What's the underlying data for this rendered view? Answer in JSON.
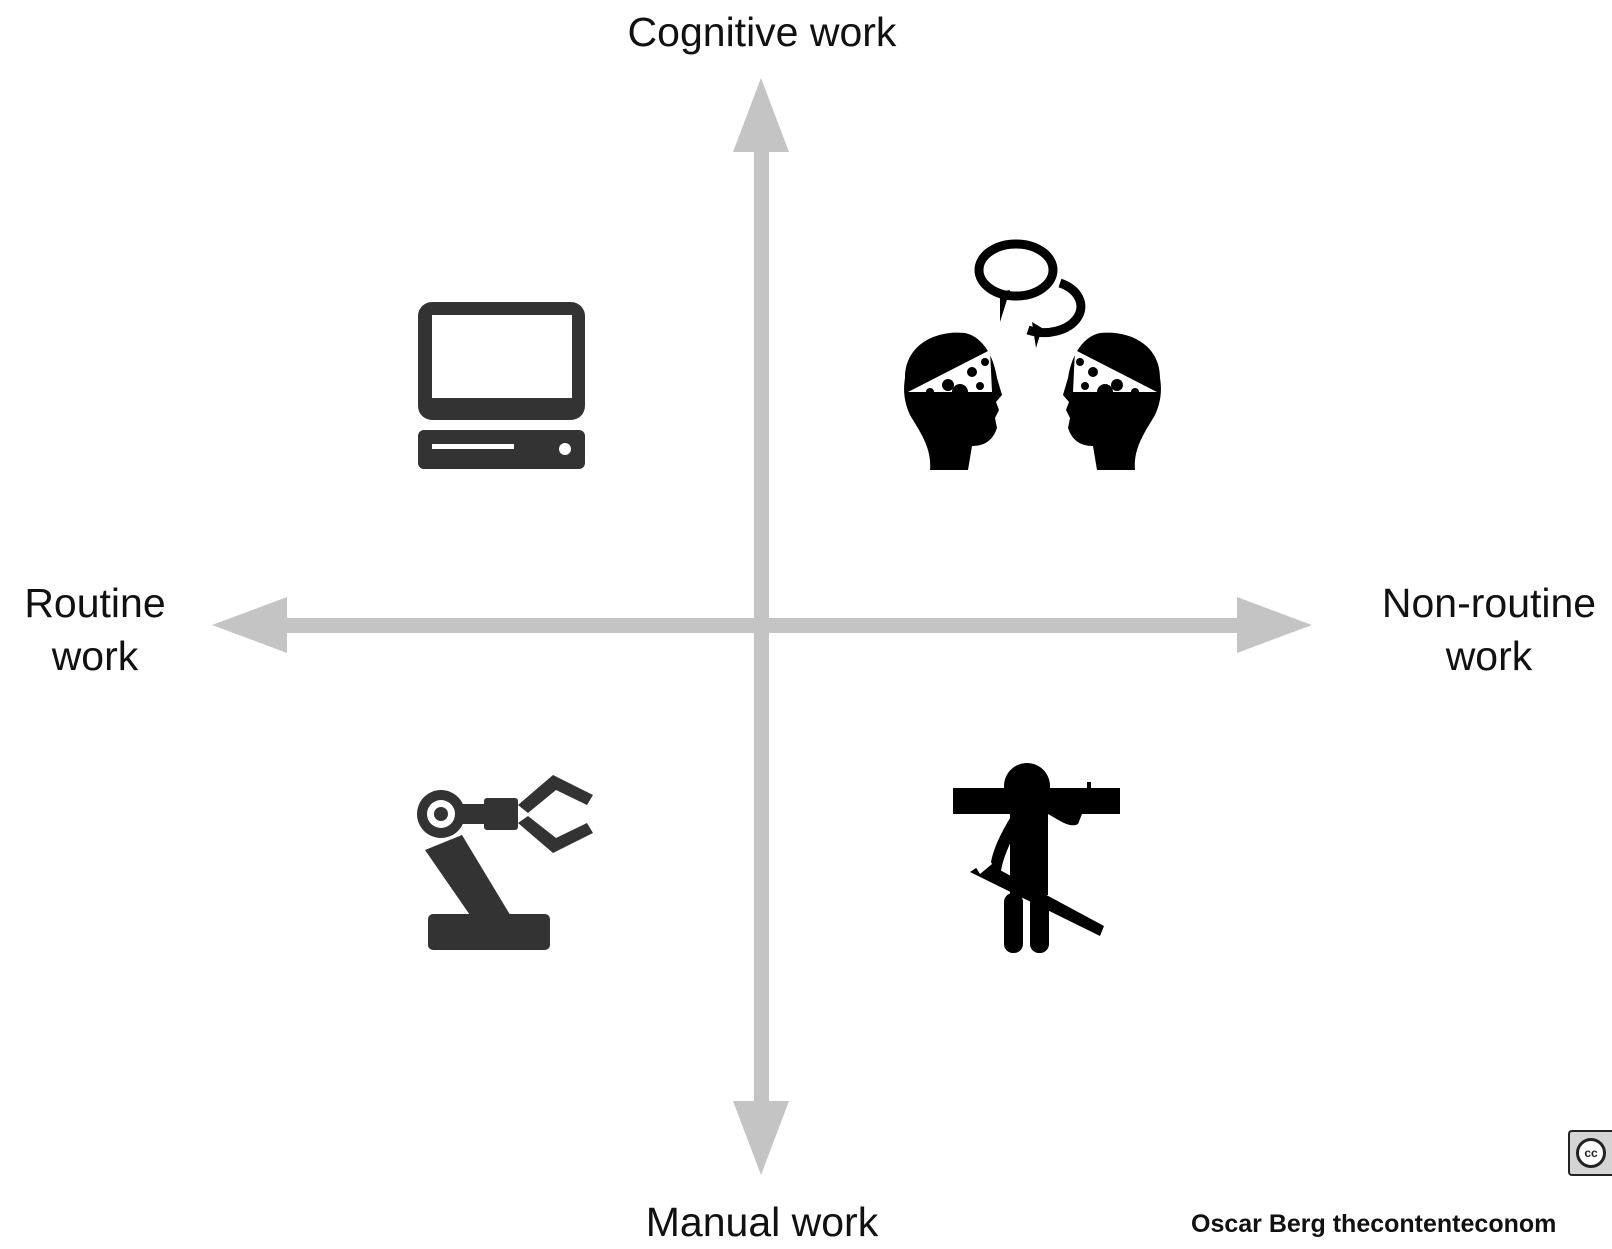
{
  "axes": {
    "top": "Cognitive work",
    "bottom": "Manual work",
    "left": [
      "Routine",
      "work"
    ],
    "right": [
      "Non-routine",
      "work"
    ]
  },
  "quadrants": {
    "cognitive_routine": {
      "icon": "computer-icon"
    },
    "cognitive_non_routine": {
      "icon": "two-heads-thinking-conversation-icon"
    },
    "manual_routine": {
      "icon": "robot-arm-icon"
    },
    "manual_non_routine": {
      "icon": "carpenter-with-saw-icon"
    }
  },
  "license": {
    "badge_text": "cc",
    "icon": "creative-commons-icon"
  },
  "credit": "Oscar Berg thecontenteconom",
  "colors": {
    "arrow": "#c4c4c4",
    "computer": "#333333",
    "robot": "#333333",
    "heads": "#000000",
    "worker": "#000000",
    "text": "#111111",
    "background": "#ffffff"
  }
}
